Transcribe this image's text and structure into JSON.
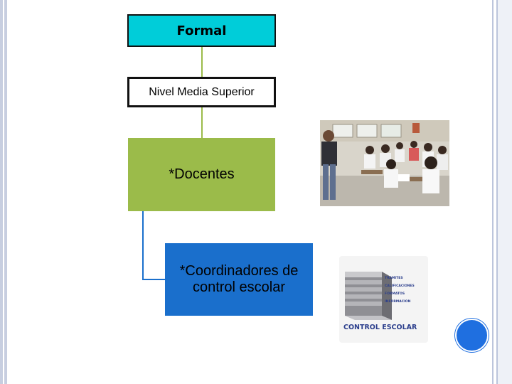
{
  "diagram": {
    "formal": "Formal",
    "nivel": "Nivel Media  Superior",
    "docentes": "*Docentes",
    "coordinadores_line1": "*Coordinadores de",
    "coordinadores_line2": "control escolar"
  },
  "logo": {
    "items": [
      "TRAMITES",
      "CALIFICACIONES",
      "FORMATOS",
      "INFORMACION"
    ],
    "title": "CONTROL ESCOLAR"
  },
  "colors": {
    "formal_box": "#00cdd9",
    "docentes_box": "#9bbb4a",
    "coordinadores_box": "#1a6fcc",
    "accent_circle": "#1f6fe0"
  }
}
